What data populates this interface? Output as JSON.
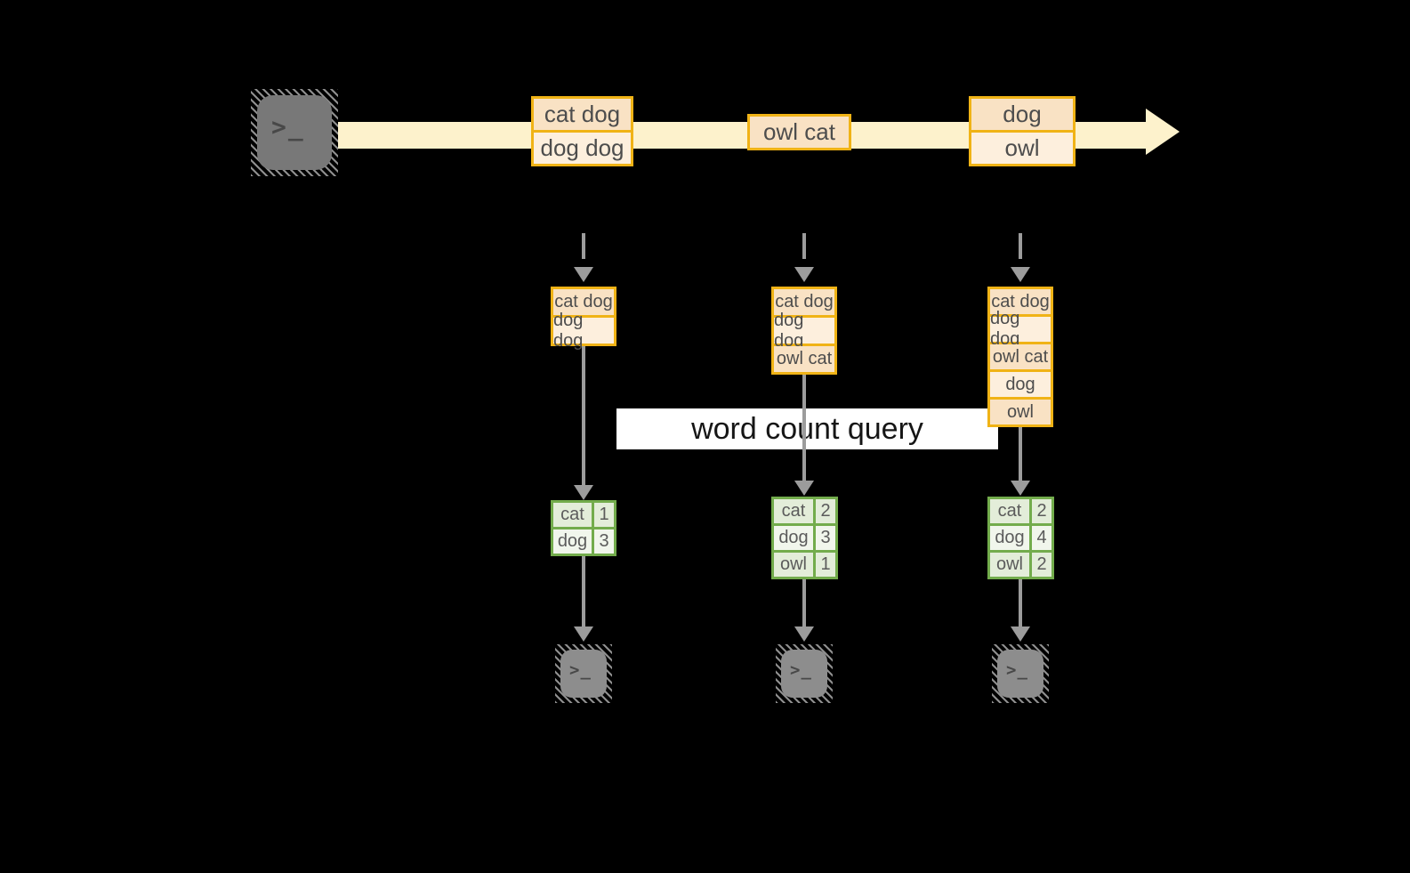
{
  "query_label": "word count query",
  "stream": {
    "events": [
      {
        "rows": [
          "cat dog",
          "dog dog"
        ]
      },
      {
        "rows": [
          "owl cat"
        ]
      },
      {
        "rows": [
          "dog",
          "owl"
        ]
      }
    ]
  },
  "columns": [
    {
      "buffer": [
        "cat dog",
        "dog dog"
      ],
      "counts": [
        {
          "word": "cat",
          "value": "1"
        },
        {
          "word": "dog",
          "value": "3"
        }
      ]
    },
    {
      "buffer": [
        "cat dog",
        "dog dog",
        "owl cat"
      ],
      "counts": [
        {
          "word": "cat",
          "value": "2"
        },
        {
          "word": "dog",
          "value": "3"
        },
        {
          "word": "owl",
          "value": "1"
        }
      ]
    },
    {
      "buffer": [
        "cat dog",
        "dog dog",
        "owl cat",
        "dog",
        "owl"
      ],
      "counts": [
        {
          "word": "cat",
          "value": "2"
        },
        {
          "word": "dog",
          "value": "4"
        },
        {
          "word": "owl",
          "value": "2"
        }
      ]
    }
  ],
  "icons": {
    "source_terminal": "terminal-icon",
    "output_terminals": [
      "terminal-icon",
      "terminal-icon",
      "terminal-icon"
    ],
    "prompt_glyph": ">_"
  },
  "colors": {
    "background": "#000000",
    "band": "#fdf2cc",
    "gold": "#f0b316",
    "peach": "#f9e2c4",
    "cream": "#fdefdd",
    "green": "#73ac4c",
    "sage": "#e3edd9",
    "lightgreen": "#f1f6ec",
    "arrow": "#9c9c9c",
    "terminal_dark": "#787878",
    "terminal_light": "#8d8d8d",
    "label_bg": "#ffffff",
    "cell_text": "#4d4d4d",
    "green_text": "#5b5b5b"
  }
}
